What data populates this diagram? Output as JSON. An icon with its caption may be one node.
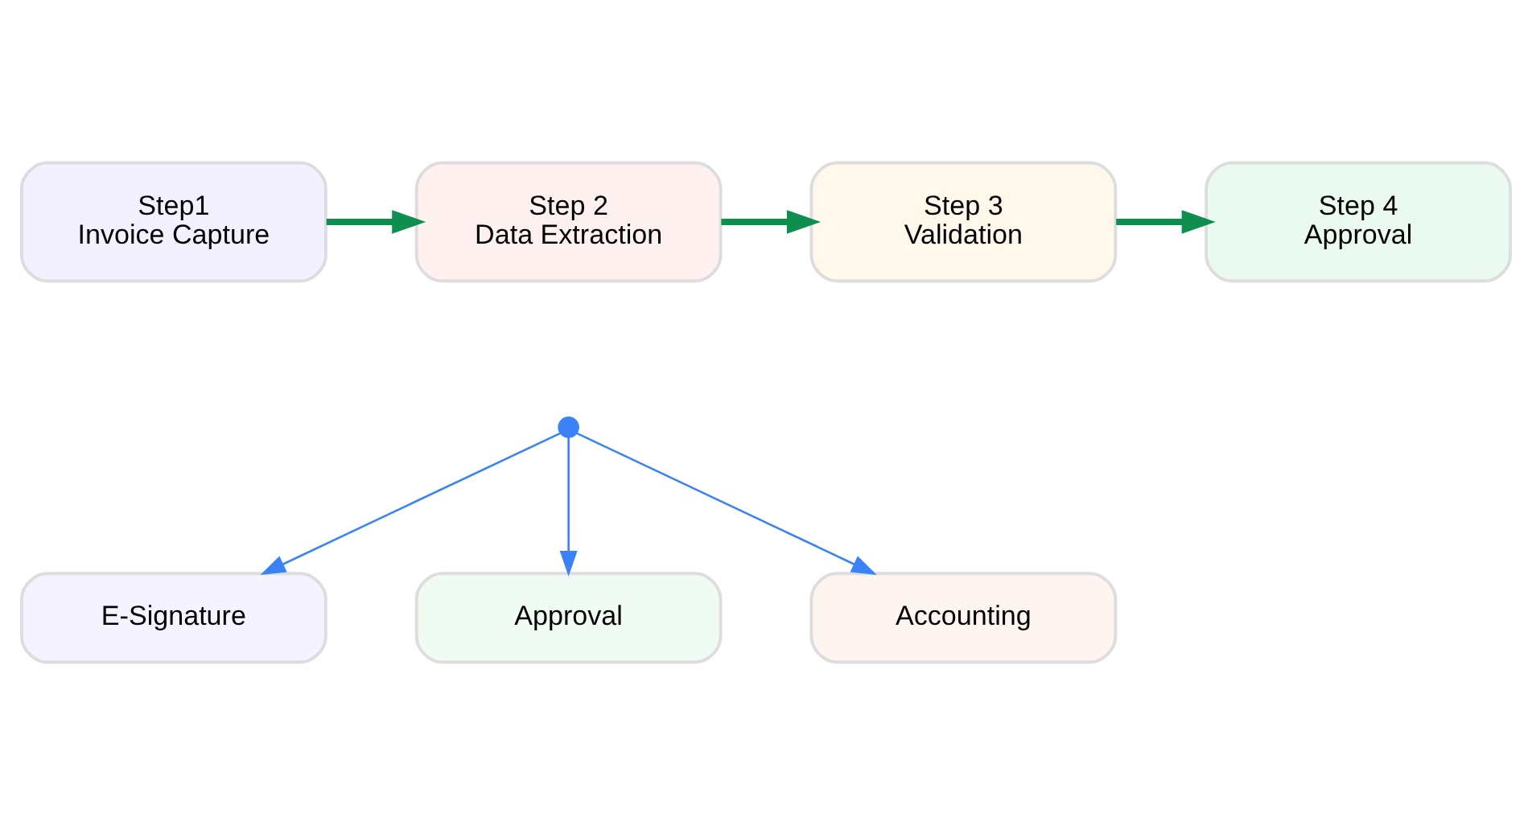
{
  "diagram": {
    "nodes": [
      {
        "text": [
          "Step1",
          "Invoice Capture"
        ]
      },
      {
        "text": [
          "Step 2",
          "Data Extraction"
        ]
      },
      {
        "text": [
          "Step 3",
          "Validation"
        ]
      },
      {
        "text": [
          "Step 4",
          "Approval"
        ]
      },
      {
        "text": [],
        "shape": "circle"
      },
      {
        "text": [
          "E-Signature"
        ]
      },
      {
        "text": [
          "Approval"
        ]
      },
      {
        "text": [
          "Accounting"
        ]
      }
    ],
    "edges": [
      {
        "from": 0,
        "to": 1,
        "arrow": "to",
        "color": "#0f8f4f",
        "style": "thick"
      },
      {
        "from": 1,
        "to": 2,
        "arrow": "to",
        "color": "#0f8f4f",
        "style": "thick"
      },
      {
        "from": 2,
        "to": 3,
        "arrow": "to",
        "color": "#0f8f4f",
        "style": "thick"
      },
      {
        "from": 4,
        "to": 5,
        "arrow": "to",
        "color": "#3b82f6"
      },
      {
        "from": 4,
        "to": 6,
        "arrow": "to",
        "color": "#3b82f6"
      },
      {
        "from": 4,
        "to": 7,
        "arrow": "to",
        "color": "#3b82f6"
      }
    ]
  }
}
